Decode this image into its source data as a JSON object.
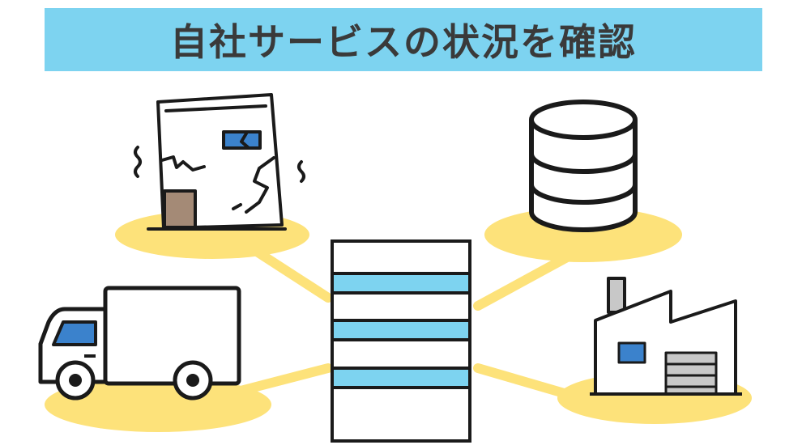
{
  "title": "自社サービスの状況を確認",
  "colors": {
    "banner": "#7dd3f0",
    "spotlight": "#fde27a",
    "accent_blue": "#3b82cc",
    "server_band": "#7dd3f0",
    "door_brown": "#a48a76",
    "shutter_gray": "#c8c8c8",
    "outline": "#1a1a1a"
  },
  "nodes": [
    {
      "id": "damaged-building",
      "icon": "cracked-building-icon"
    },
    {
      "id": "database",
      "icon": "database-icon"
    },
    {
      "id": "delivery-truck",
      "icon": "truck-icon"
    },
    {
      "id": "factory",
      "icon": "factory-icon"
    }
  ],
  "hub": {
    "icon": "server-icon",
    "band_count": 3
  }
}
